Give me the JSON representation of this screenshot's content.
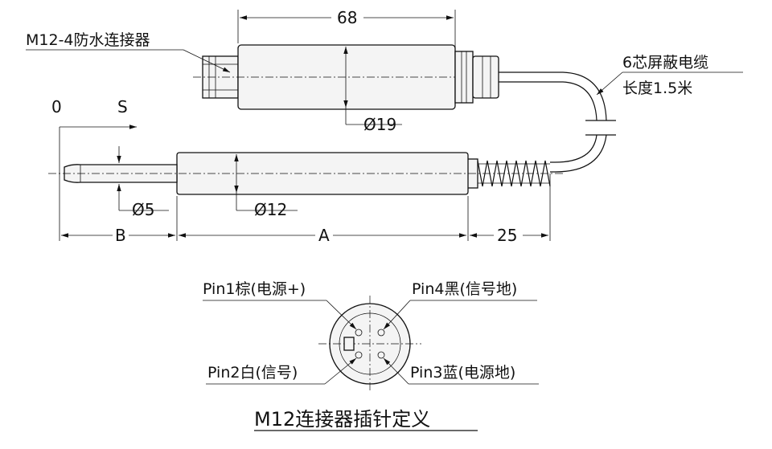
{
  "connector_label": "M12-4防水连接器",
  "cable_label_line1": "6芯屏蔽电缆",
  "cable_label_line2": "长度1.5米",
  "dim_top_length": "68",
  "dim_housing_dia": "Ø19",
  "dim_rod_dia": "Ø5",
  "dim_body_dia": "Ø12",
  "dim_B": "B",
  "dim_A": "A",
  "dim_25": "25",
  "travel_zero": "0",
  "travel_s": "S",
  "pin1": "Pin1棕(电源+)",
  "pin2": "Pin2白(信号)",
  "pin3": "Pin3蓝(电源地)",
  "pin4": "Pin4黑(信号地)",
  "caption": "M12连接器插针定义"
}
